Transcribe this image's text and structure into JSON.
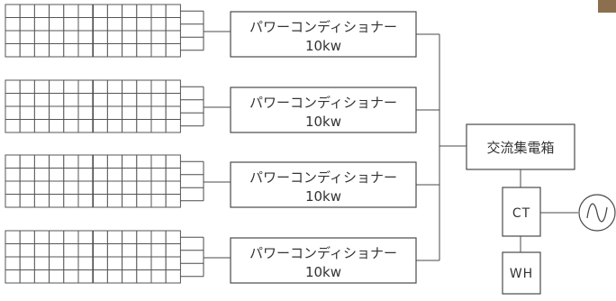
{
  "inverters": [
    {
      "name": "パワーコンディショナー",
      "capacity": "10kw"
    },
    {
      "name": "パワーコンディショナー",
      "capacity": "10kw"
    },
    {
      "name": "パワーコンディショナー",
      "capacity": "10kw"
    },
    {
      "name": "パワーコンディショナー",
      "capacity": "10kw"
    }
  ],
  "junction_box": {
    "label": "交流集電箱"
  },
  "ct": {
    "label": "CT"
  },
  "wh": {
    "label": "WH"
  },
  "grid_symbol": "~",
  "colors": {
    "line": "#4a4a4a",
    "text": "#333333",
    "background": "#ffffff"
  }
}
